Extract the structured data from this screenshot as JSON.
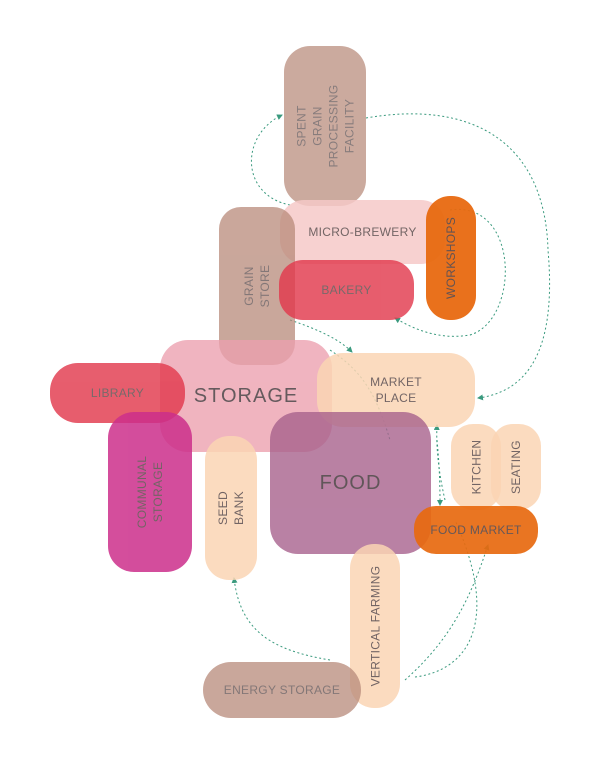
{
  "blocks": {
    "spent_grain": "SPENT GRAIN\nPROCESSING\nFACILITY",
    "micro_brewery": "MICRO-BREWERY",
    "grain_store": "GRAIN STORE",
    "bakery": "BAKERY",
    "workshops": "WORKSHOPS",
    "storage": "STORAGE",
    "library": "LIBRARY",
    "market_place": "MARKET\nPLACE",
    "communal_storage": "COMMUNAL\nSTORAGE",
    "seed_bank": "SEED BANK",
    "food": "FOOD",
    "kitchen": "KITCHEN",
    "seating": "SEATING",
    "food_market": "FOOD MARKET",
    "vertical_farming": "VERTICAL FARMING",
    "energy_storage": "ENERGY STORAGE"
  },
  "colors": {
    "brown": "#b88a7a",
    "pink_light": "#f6c9c8",
    "red": "#e23a4e",
    "orange": "#e86a10",
    "storage_pink": "#ec9fae",
    "peach": "#fbd5b4",
    "magenta": "#cc2f8b",
    "food_purple": "#a8628d",
    "flow_line": "#3a9a7e"
  }
}
